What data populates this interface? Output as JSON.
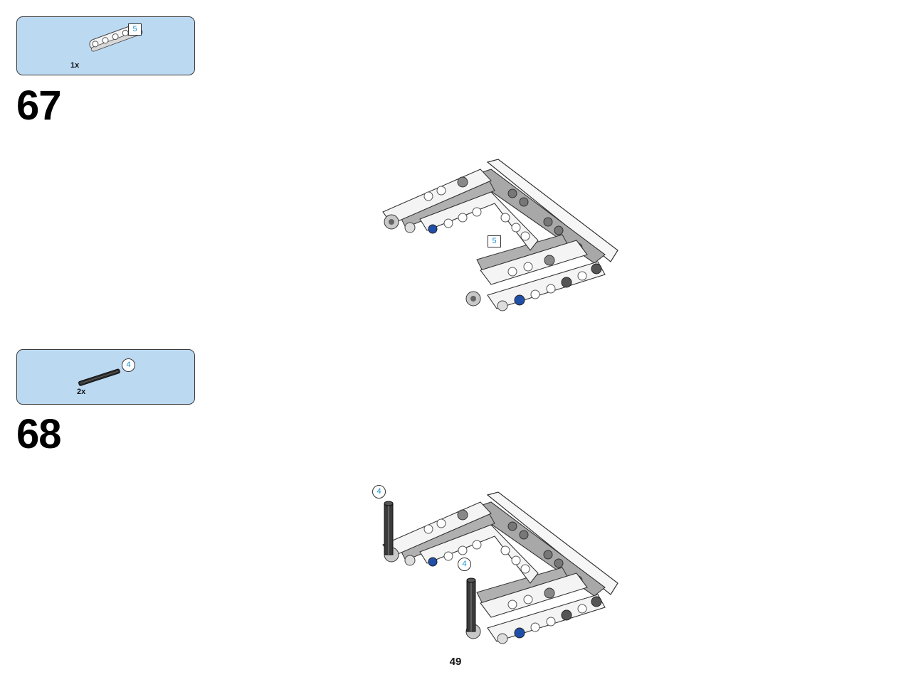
{
  "steps": [
    {
      "number": "67",
      "parts": [
        {
          "quantity": "1x",
          "callout": "5",
          "part": "liftarm-5"
        }
      ],
      "assembly_callouts": [
        "5"
      ]
    },
    {
      "number": "68",
      "parts": [
        {
          "quantity": "2x",
          "callout": "4",
          "part": "axle-4"
        }
      ],
      "assembly_callouts": [
        "4",
        "4"
      ]
    }
  ],
  "page_number": "49",
  "colors": {
    "panel_background": "#bcd9f2",
    "callout_text": "#1a90d0",
    "liftarm_white": "#f4f4f4",
    "frame_gray": "#a8a8a8",
    "pin_blue": "#1f4fa8",
    "axle_black": "#2a2a2a"
  }
}
